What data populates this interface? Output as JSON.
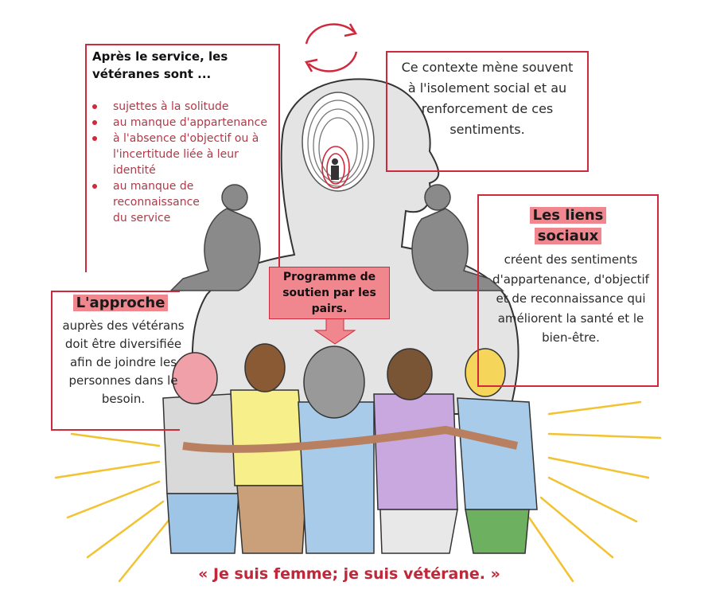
{
  "top_left_box": {
    "heading": "Après le service, les vétéranes sont ...",
    "bullets": [
      "sujettes à la solitude",
      "au manque d'appartenance",
      "à l'absence d'objectif ou à l'incertitude liée à leur identité",
      "au manque de reconnaissance du service"
    ]
  },
  "top_right_box": {
    "text": "Ce contexte mène souvent à l'isolement social et au renforcement de ces sentiments."
  },
  "right_box": {
    "heading_line1": "Les liens",
    "heading_line2": "sociaux",
    "text": "créent des sentiments d'appartenance, d'objectif et de reconnaissance qui améliorent la santé et le bien-être."
  },
  "left_box": {
    "heading": "L'approche",
    "text": "auprès des vétérans doit être diversifiée afin de joindre les personnes dans le besoin."
  },
  "program_box": {
    "text": "Programme de soutien par les pairs."
  },
  "quote": "« Je suis femme; je suis vétérane. »",
  "colors": {
    "accent_red": "#d0283c",
    "highlight_pink": "#f0868e",
    "silhouette_gray": "#e2e2e2",
    "rays_yellow": "#f2c230"
  }
}
